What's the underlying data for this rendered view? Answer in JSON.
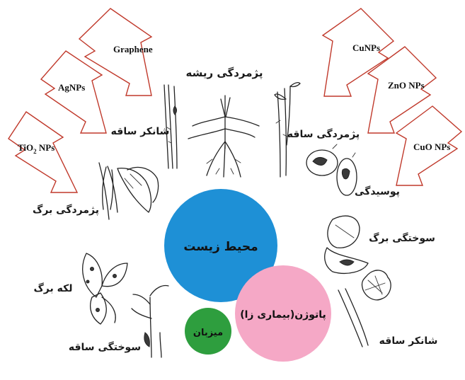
{
  "nanoparticles": [
    {
      "id": "graphene",
      "label": "Graphene"
    },
    {
      "id": "agnps",
      "label": "AgNPs"
    },
    {
      "id": "tio2",
      "label_base": "TiO",
      "label_sub": "2",
      "label_tail": " NPs"
    },
    {
      "id": "cunps",
      "label": "CuNPs"
    },
    {
      "id": "zno",
      "label": "ZnO NPs"
    },
    {
      "id": "cuo",
      "label": "CuO NPs"
    }
  ],
  "symptoms": {
    "root_wilt": "پژمردگی ریشه",
    "stem_canker_top": "شانکر ساقه",
    "stem_wilt": "پژمردگی ساقه",
    "leaf_wilt": "پژمردگی برگ",
    "rot": "پوسیدگی",
    "leaf_burn": "سوختگی برگ",
    "leaf_spot": "لکه برگ",
    "stem_burn": "سوختگی ساقه",
    "stem_canker_bottom": "شانکر ساقه"
  },
  "circles": {
    "environment": {
      "label": "محیط زیست",
      "color": "#1e90d6"
    },
    "pathogen": {
      "label": "پاتوژن(بیماری زا)",
      "color": "#f5a8c6"
    },
    "host": {
      "label": "میزبان",
      "color": "#2e9e3e"
    }
  },
  "colors": {
    "arrow_outline": "#c0392b"
  }
}
